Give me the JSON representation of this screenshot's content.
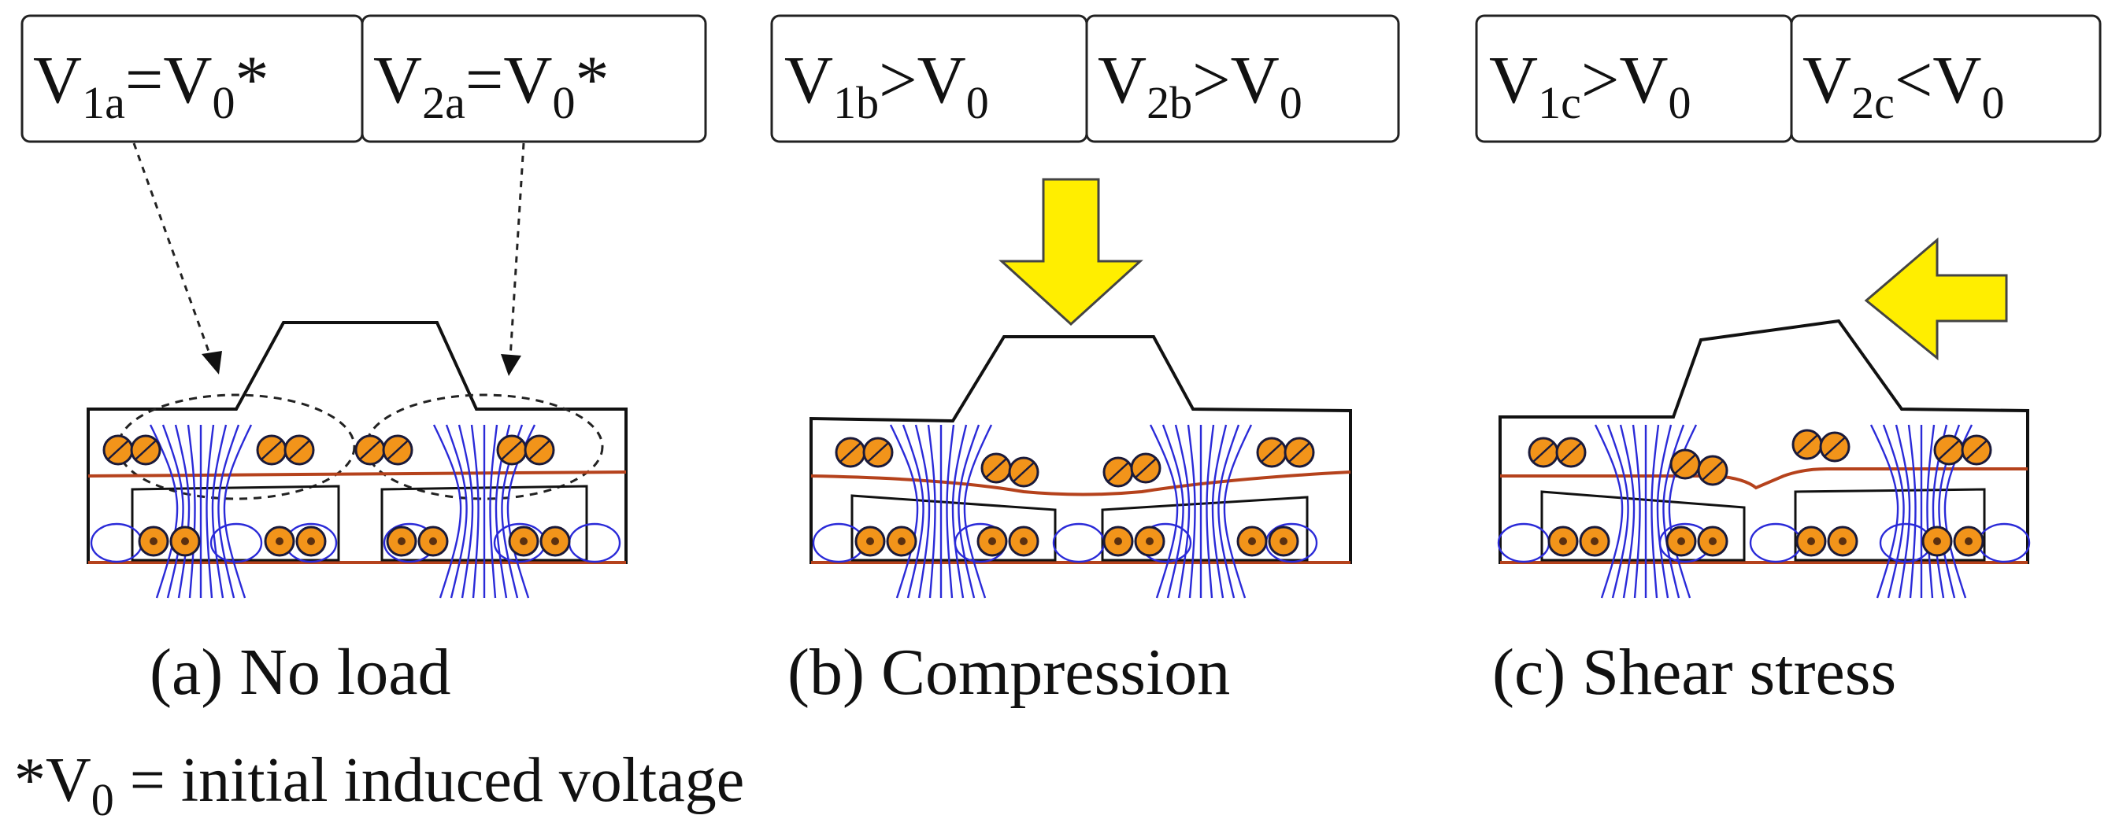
{
  "panels": [
    {
      "id": "a",
      "v1": {
        "base": "V",
        "sub": "1a",
        "rel": "=",
        "ref": "V",
        "refsub": "0",
        "tail": "*"
      },
      "v2": {
        "base": "V",
        "sub": "2a",
        "rel": "=",
        "ref": "V",
        "refsub": "0",
        "tail": "*"
      },
      "caption": "(a) No load",
      "load": "none"
    },
    {
      "id": "b",
      "v1": {
        "base": "V",
        "sub": "1b",
        "rel": ">",
        "ref": "V",
        "refsub": "0",
        "tail": ""
      },
      "v2": {
        "base": "V",
        "sub": "2b",
        "rel": ">",
        "ref": "V",
        "refsub": "0",
        "tail": ""
      },
      "caption": "(b) Compression",
      "load": "compression-arrow-down"
    },
    {
      "id": "c",
      "v1": {
        "base": "V",
        "sub": "1c",
        "rel": ">",
        "ref": "V",
        "refsub": "0",
        "tail": ""
      },
      "v2": {
        "base": "V",
        "sub": "2c",
        "rel": "<",
        "ref": "V",
        "refsub": "0",
        "tail": ""
      },
      "caption": "(c) Shear stress",
      "load": "shear-arrow-left"
    }
  ],
  "footnote": {
    "star": "*V",
    "sub": "0",
    "rest": " = initial induced voltage"
  },
  "colors": {
    "coil": "#f2941a",
    "field_lines": "#2a2ad8",
    "layer_line": "#b5421c",
    "load_arrow": "#ffee00"
  }
}
